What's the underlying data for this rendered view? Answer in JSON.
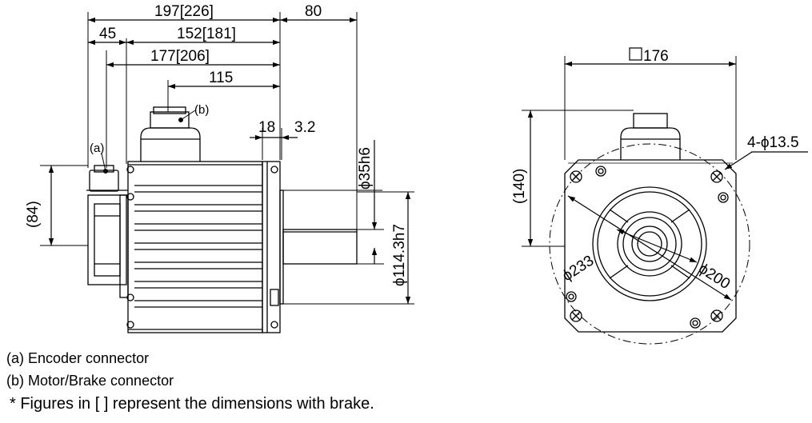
{
  "side_view": {
    "dim_total": "197[226]",
    "dim_shaft": "80",
    "dim_encoder": "45",
    "dim_body": "152[181]",
    "dim_body_full": "177[206]",
    "dim_connector": "115",
    "dim_flange": "18",
    "dim_spigot": "3.2",
    "dim_height": "(84)",
    "dim_shaft_dia": "ϕ35h6",
    "dim_spigot_dia": "ϕ114.3h7",
    "label_a": "(a)",
    "label_b": "(b)"
  },
  "front_view": {
    "dim_square": "176",
    "dim_height": "(140)",
    "dim_holes": "4-ϕ13.5",
    "dim_pcd": "ϕ233",
    "dim_circle": "ϕ200"
  },
  "legend": {
    "a": "(a) Encoder connector",
    "b": "(b) Motor/Brake connector"
  },
  "footnote": "* Figures in [  ] represent the dimensions with brake."
}
